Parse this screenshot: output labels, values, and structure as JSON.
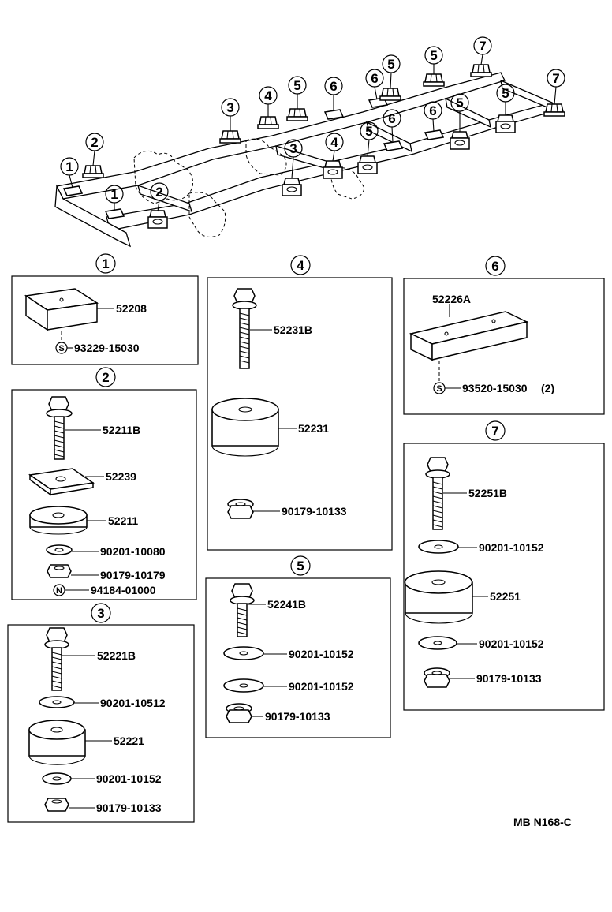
{
  "callouts": {
    "c1": "1",
    "c2": "2",
    "c3": "3",
    "c4": "4",
    "c5": "5",
    "c6": "6",
    "c7": "7",
    "s": "S",
    "n": "N"
  },
  "sections": {
    "s1": {
      "p1": "52208",
      "p2": "93229-15030"
    },
    "s2": {
      "p1": "52211B",
      "p2": "52239",
      "p3": "52211",
      "p4": "90201-10080",
      "p5": "90179-10179",
      "p6": "94184-01000"
    },
    "s3": {
      "p1": "52221B",
      "p2": "90201-10512",
      "p3": "52221",
      "p4": "90201-10152",
      "p5": "90179-10133"
    },
    "s4": {
      "p1": "52231B",
      "p2": "52231",
      "p3": "90179-10133"
    },
    "s5": {
      "p1": "52241B",
      "p2": "90201-10152",
      "p3": "90201-10152",
      "p4": "90179-10133"
    },
    "s6": {
      "p1": "52226A",
      "p2": "93520-15030",
      "p2_qty": "(2)"
    },
    "s7": {
      "p1": "52251B",
      "p2": "90201-10152",
      "p3": "52251",
      "p4": "90201-10152",
      "p5": "90179-10133"
    }
  },
  "diagram_code": "MB N168-C"
}
